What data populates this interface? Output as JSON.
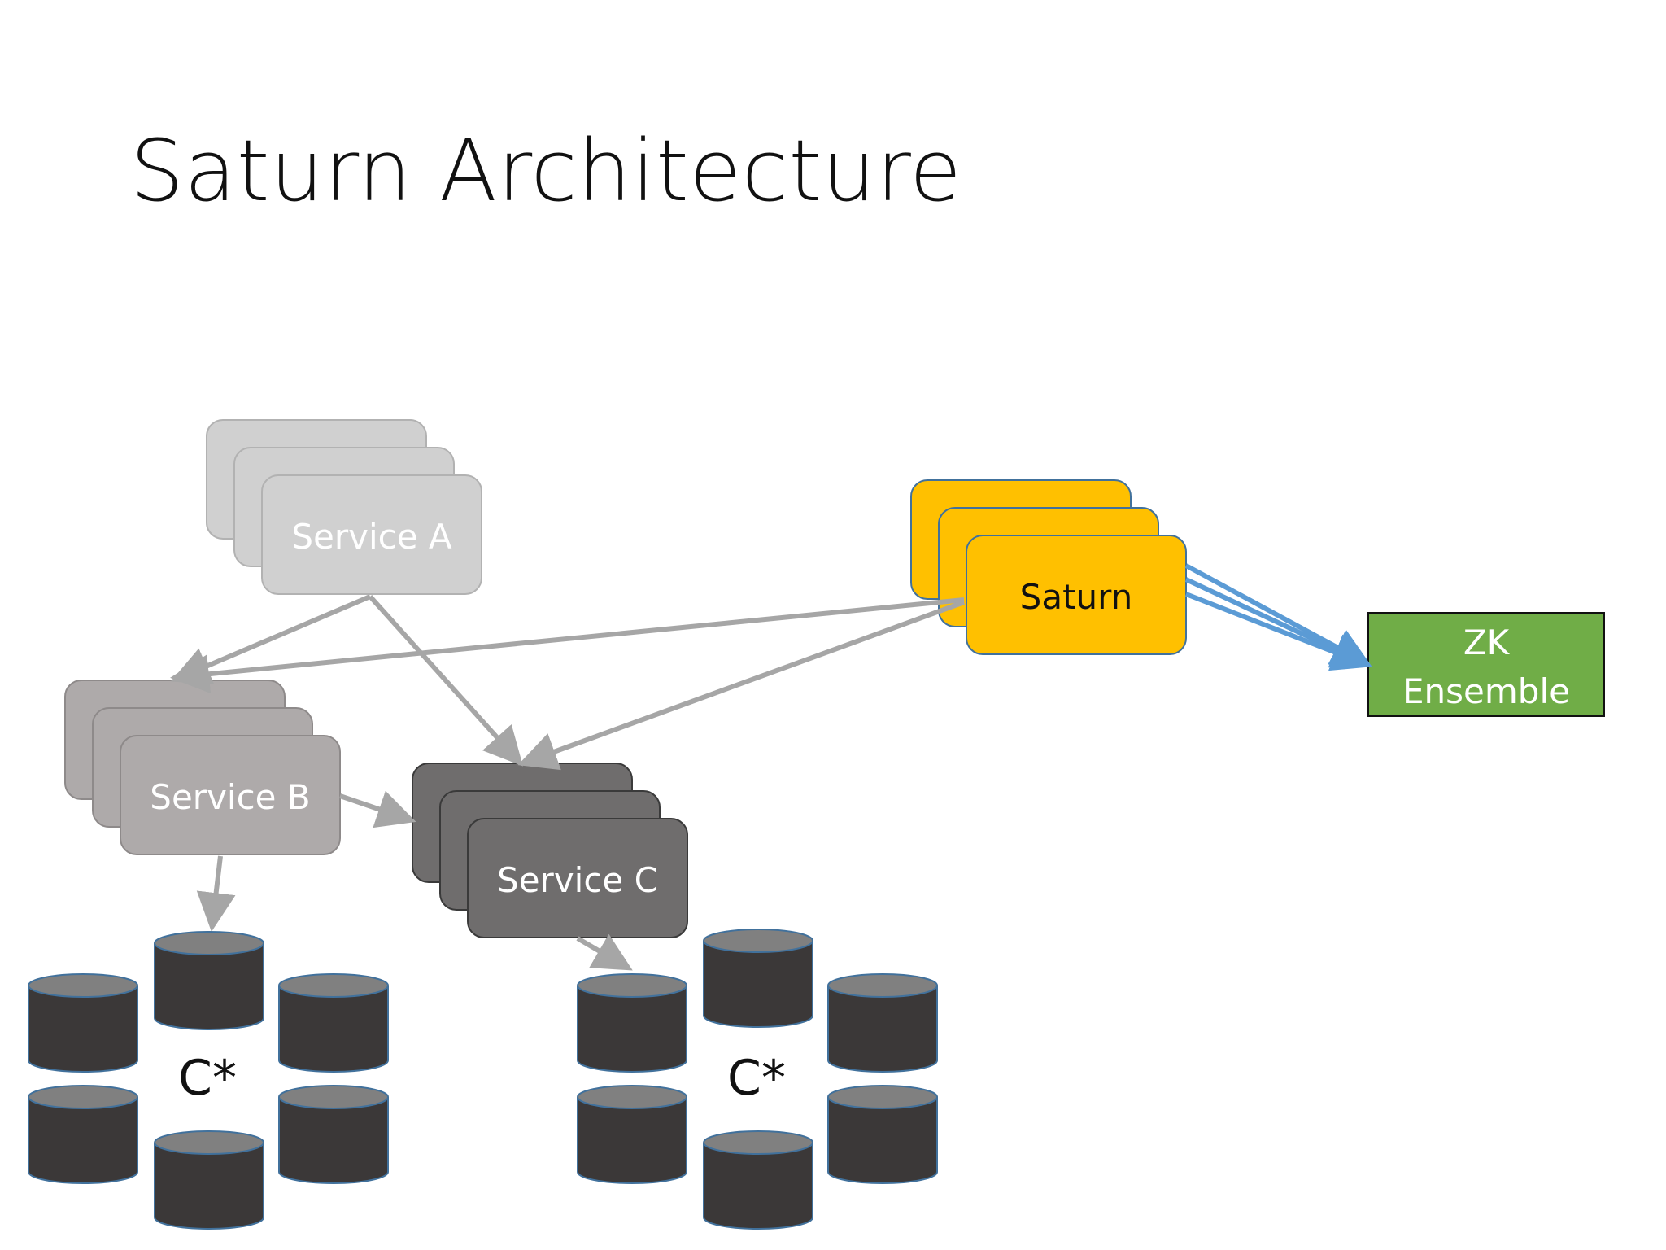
{
  "slide": {
    "title": "Saturn Architecture"
  },
  "services": {
    "a": {
      "label": "Service A",
      "fill": "#d0d0d0",
      "stroke": "#b2b2b2",
      "text_color": "#ffffff"
    },
    "b": {
      "label": "Service B",
      "fill": "#aeaaaa",
      "stroke": "#8e8a8a",
      "text_color": "#ffffff"
    },
    "c": {
      "label": "Service C",
      "fill": "#6f6d6d",
      "stroke": "#3a3a3a",
      "text_color": "#ffffff"
    },
    "saturn": {
      "label": "Saturn",
      "fill": "#ffc000",
      "stroke": "#41719c",
      "text_color": "#111111"
    }
  },
  "zk": {
    "label_line1": "ZK",
    "label_line2": "Ensemble",
    "fill": "#70ad47",
    "stroke": "#111111",
    "text_color": "#ffffff"
  },
  "clusters": {
    "left": {
      "label": "C*"
    },
    "right": {
      "label": "C*"
    }
  },
  "colors": {
    "arrow_gray": "#a6a6a6",
    "arrow_blue": "#5b9bd5",
    "db_body": "#3b3838",
    "db_top": "#808080",
    "db_stroke": "#41719c"
  }
}
